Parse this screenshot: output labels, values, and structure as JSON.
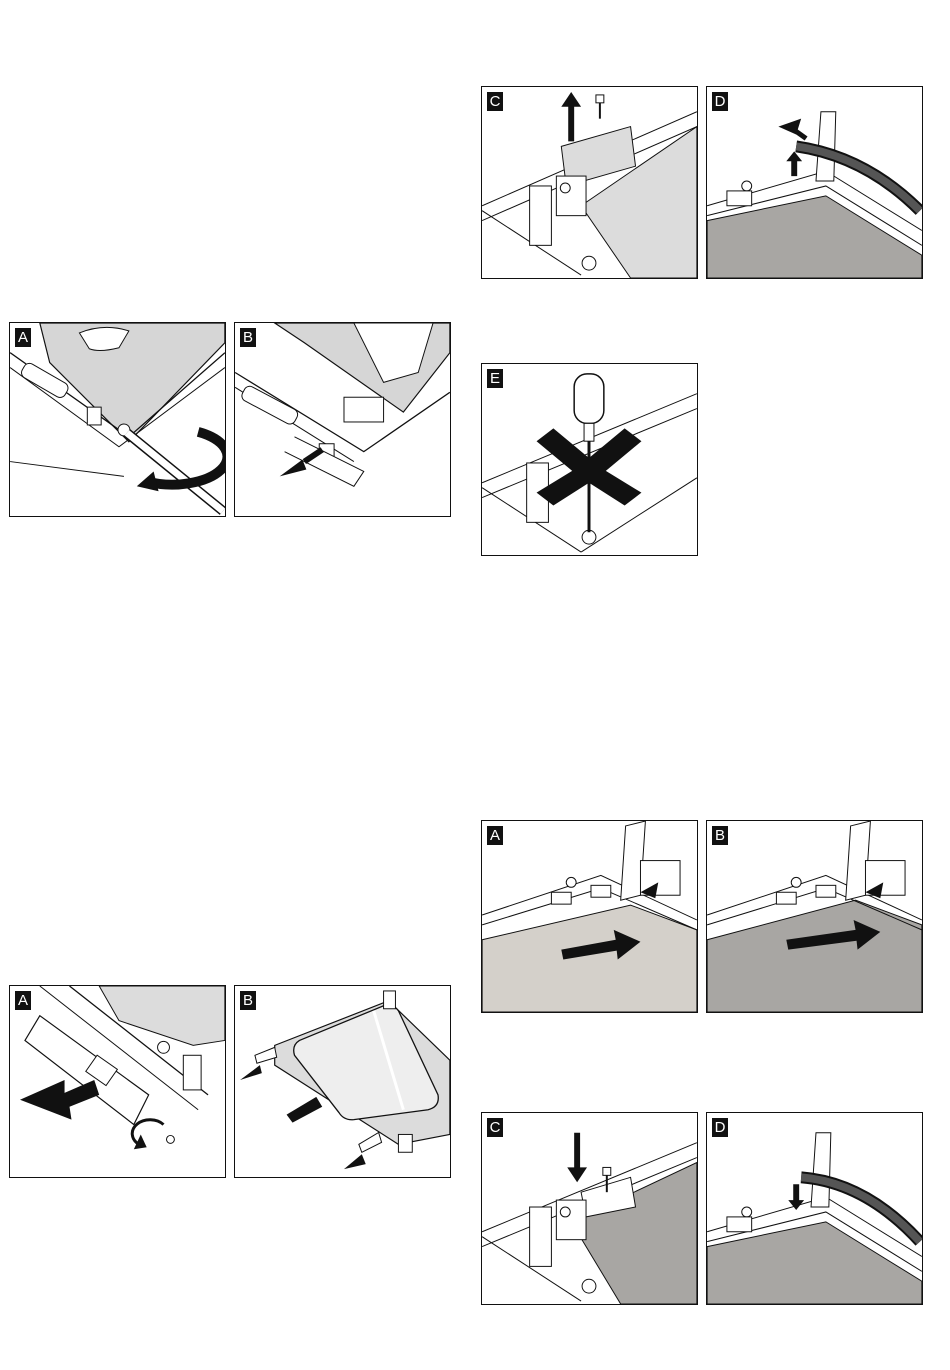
{
  "figures": [
    {
      "id": "fig1a",
      "label": "A",
      "depicts": "pull-off panel, turning screw with screwdriver"
    },
    {
      "id": "fig1b",
      "label": "B",
      "depicts": "removing side trim"
    },
    {
      "id": "fig2c",
      "label": "C",
      "depicts": "lifting bracket up, screw removed"
    },
    {
      "id": "fig2d",
      "label": "D",
      "depicts": "pulling door seal up"
    },
    {
      "id": "fig2e",
      "label": "E",
      "depicts": "do not loosen this screw"
    },
    {
      "id": "fig3a",
      "label": "A",
      "depicts": "removing side strip, unscrewing"
    },
    {
      "id": "fig3b",
      "label": "B",
      "depicts": "removing glass pane and clips"
    },
    {
      "id": "fig4a",
      "label": "A",
      "depicts": "inserting glass pane"
    },
    {
      "id": "fig4b",
      "label": "B",
      "depicts": "pushing pane into position"
    },
    {
      "id": "fig4c",
      "label": "C",
      "depicts": "refitting bracket and screw"
    },
    {
      "id": "fig4d",
      "label": "D",
      "depicts": "pressing seal back down"
    }
  ],
  "colors": {
    "line": "#111111",
    "pane_light": "#d4d0ca",
    "pane_dark": "#a8a6a3",
    "glass": "#dcdcdc"
  }
}
